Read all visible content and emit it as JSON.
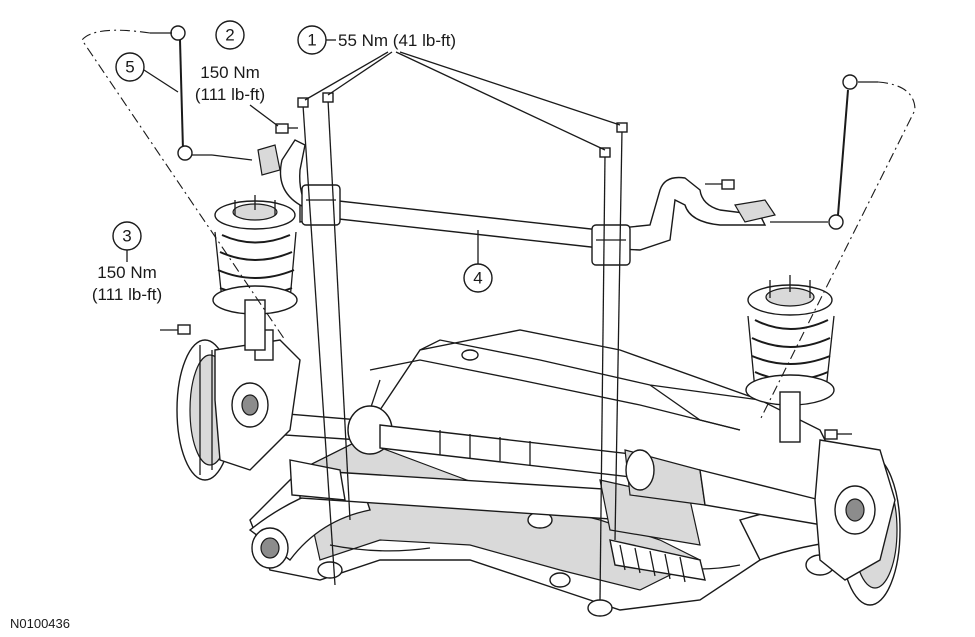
{
  "figure_id": "N0100436",
  "callouts": [
    {
      "number": "1",
      "torque": "55 Nm (41 lb-ft)"
    },
    {
      "number": "2",
      "torque_nm": "150 Nm",
      "torque_lbft": "(111 lb-ft)"
    },
    {
      "number": "3",
      "torque_nm": "150 Nm",
      "torque_lbft": "(111 lb-ft)"
    },
    {
      "number": "4"
    },
    {
      "number": "5"
    }
  ]
}
